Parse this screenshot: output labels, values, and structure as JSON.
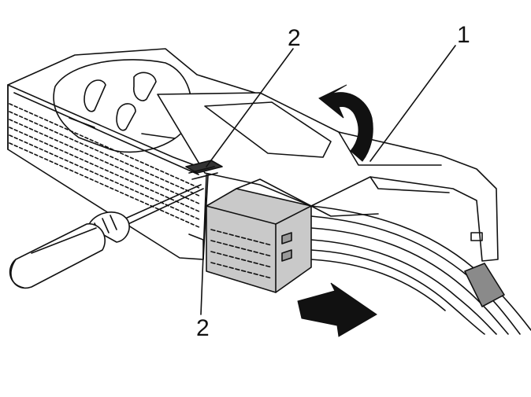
{
  "callouts": [
    {
      "id": "c1",
      "text": "1"
    },
    {
      "id": "c2a",
      "text": "2"
    },
    {
      "id": "c2b",
      "text": "2"
    }
  ],
  "colors": {
    "line": "#111111",
    "connector_gray": "#c9c9c9",
    "connector_dark": "#9a9a9a",
    "arrow_fill": "#111111",
    "background": "#ffffff"
  },
  "parts": [
    "connector-housing",
    "locking-lever",
    "plug-connector",
    "screwdriver",
    "wire-harness",
    "rotate-arrow",
    "pull-arrow"
  ]
}
